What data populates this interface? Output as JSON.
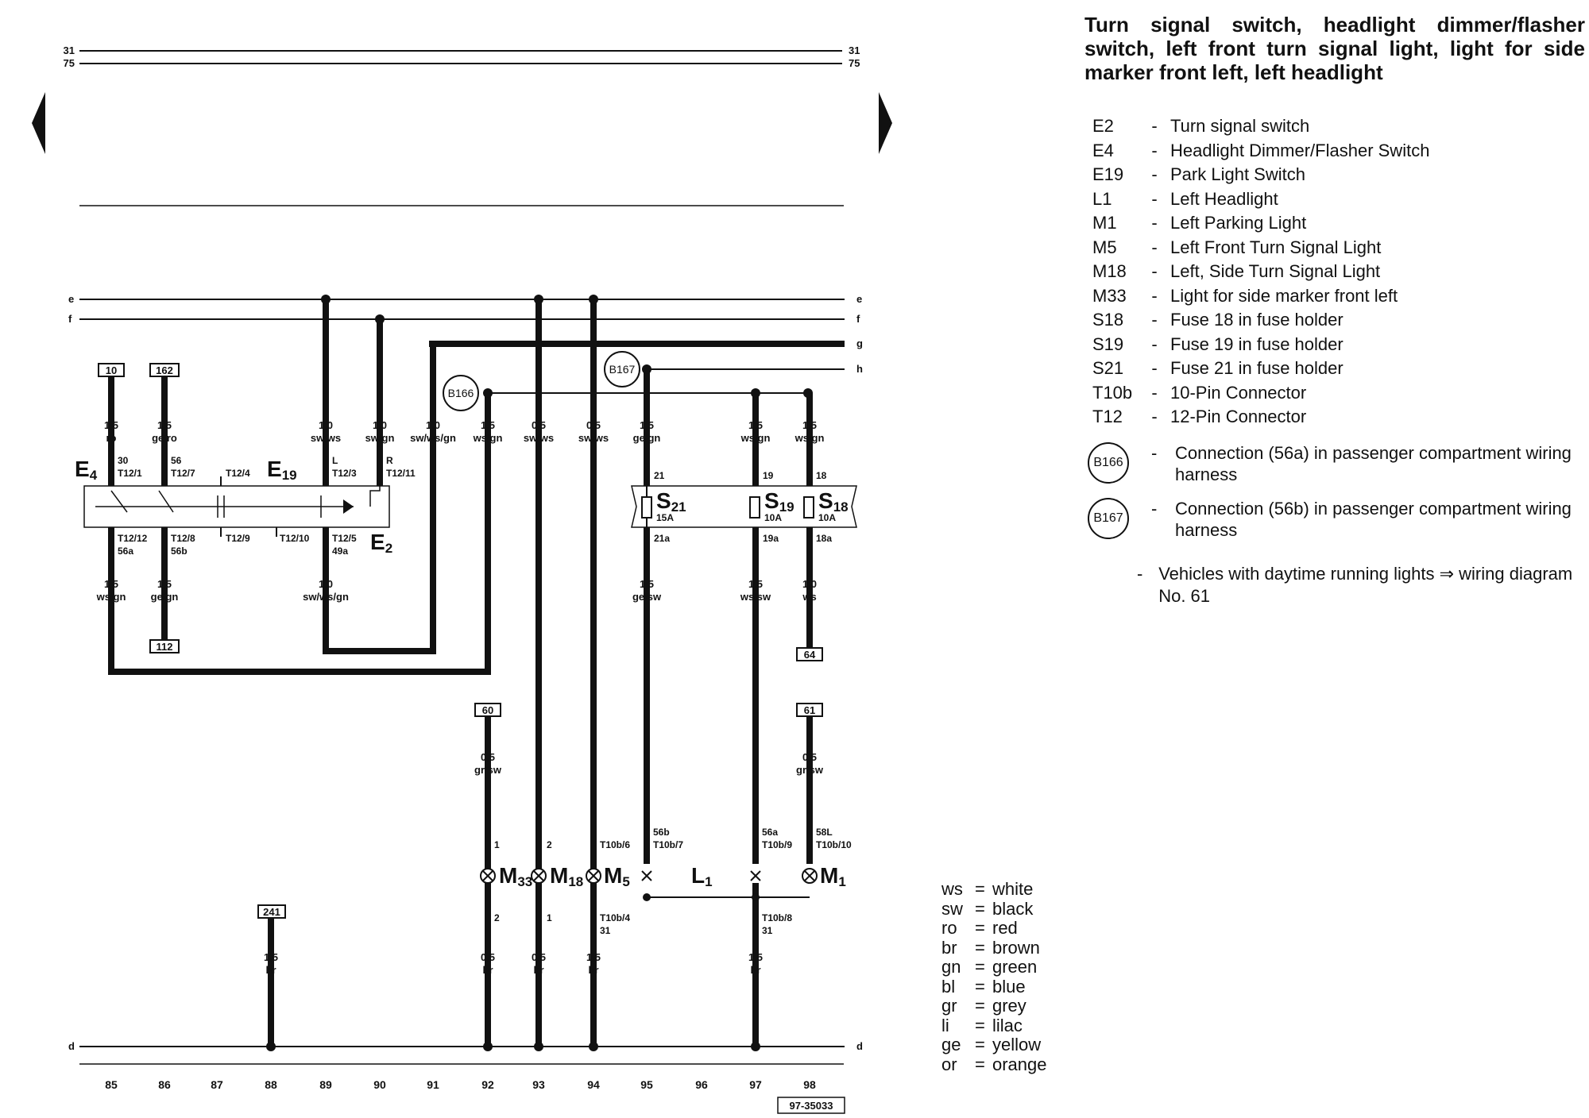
{
  "title": "Turn signal switch, headlight dimmer/flasher switch, left front turn signal light, light for side marker front left, left headlight",
  "components": [
    {
      "code": "E2",
      "desc": "Turn signal switch"
    },
    {
      "code": "E4",
      "desc": "Headlight Dimmer/Flasher Switch"
    },
    {
      "code": "E19",
      "desc": "Park Light Switch"
    },
    {
      "code": "L1",
      "desc": "Left Headlight"
    },
    {
      "code": "M1",
      "desc": "Left Parking Light"
    },
    {
      "code": "M5",
      "desc": "Left Front Turn Signal Light"
    },
    {
      "code": "M18",
      "desc": "Left, Side Turn Signal Light"
    },
    {
      "code": "M33",
      "desc": "Light for side marker front left"
    },
    {
      "code": "S18",
      "desc": "Fuse 18 in fuse holder"
    },
    {
      "code": "S19",
      "desc": "Fuse 19 in fuse holder"
    },
    {
      "code": "S21",
      "desc": "Fuse 21 in fuse holder"
    },
    {
      "code": "T10b",
      "desc": "10-Pin Connector"
    },
    {
      "code": "T12",
      "desc": "12-Pin Connector"
    }
  ],
  "connections": [
    {
      "code": "B166",
      "desc": "Connection (56a) in passenger compartment wiring harness"
    },
    {
      "code": "B167",
      "desc": "Connection (56b) in passenger compartment wiring harness"
    }
  ],
  "note": "Vehicles with daytime running lights ⇒ wiring diagram No. 61",
  "color_codes": [
    {
      "abbr": "ws",
      "color": "white"
    },
    {
      "abbr": "sw",
      "color": "black"
    },
    {
      "abbr": "ro",
      "color": "red"
    },
    {
      "abbr": "br",
      "color": "brown"
    },
    {
      "abbr": "gn",
      "color": "green"
    },
    {
      "abbr": "bl",
      "color": "blue"
    },
    {
      "abbr": "gr",
      "color": "grey"
    },
    {
      "abbr": "li",
      "color": "lilac"
    },
    {
      "abbr": "ge",
      "color": "yellow"
    },
    {
      "abbr": "or",
      "color": "orange"
    }
  ],
  "buses": {
    "top": [
      "31",
      "75"
    ],
    "e": "e",
    "f": "f",
    "g": "g",
    "h": "h",
    "d": "d"
  },
  "columns": [
    "85",
    "86",
    "87",
    "88",
    "89",
    "90",
    "91",
    "92",
    "93",
    "94",
    "95",
    "96",
    "97",
    "98"
  ],
  "diagram_id": "97-35033",
  "references": {
    "r10": "10",
    "r162": "162",
    "r112": "112",
    "r60": "60",
    "r61": "61",
    "r64": "64",
    "r241": "241"
  },
  "wires": {
    "c85_top": [
      "1,5",
      "ro"
    ],
    "c86_top": [
      "1,5",
      "ge/ro"
    ],
    "c89_top": [
      "1,0",
      "sw/ws"
    ],
    "c90_top": [
      "1,0",
      "sw/gn"
    ],
    "c91_top": [
      "1,0",
      "sw/ws/gn"
    ],
    "c92_top": [
      "1,5",
      "ws/gn"
    ],
    "c93_top": [
      "0,5",
      "sw/ws"
    ],
    "c94_top": [
      "0,5",
      "sw/ws"
    ],
    "c95_top": [
      "1,5",
      "ge/gn"
    ],
    "c97_top": [
      "1,5",
      "ws/gn"
    ],
    "c98_top": [
      "1,5",
      "ws/gn"
    ],
    "c85_mid": [
      "1,5",
      "ws/gn"
    ],
    "c86_mid": [
      "1,5",
      "ge/gn"
    ],
    "c89_mid": [
      "1,0",
      "sw/ws/gn"
    ],
    "c95_mid": [
      "1,5",
      "ge/sw"
    ],
    "c97_mid": [
      "1,5",
      "ws/sw"
    ],
    "c98_mid": [
      "1,0",
      "ws"
    ],
    "c92_lamp": [
      "0,5",
      "gr/sw"
    ],
    "c98_lamp": [
      "0,5",
      "gr/sw"
    ],
    "c88_bot": [
      "1,5",
      "br"
    ],
    "c92_bot": [
      "0,5",
      "br"
    ],
    "c93_bot": [
      "0,5",
      "br"
    ],
    "c94_bot": [
      "1,5",
      "br"
    ],
    "c97_bot": [
      "1,5",
      "br"
    ]
  },
  "pins": {
    "t12_1": "T12/1",
    "t12_1_t": "30",
    "t12_7": "T12/7",
    "t12_7_t": "56",
    "t12_4": "T12/4",
    "t12_3": "T12/3",
    "t12_3_t": "L",
    "t12_11": "T12/11",
    "t12_11_t": "R",
    "t12_12": "T12/12",
    "t12_12_t": "56a",
    "t12_8": "T12/8",
    "t12_8_t": "56b",
    "t12_9": "T12/9",
    "t12_10": "T12/10",
    "t12_5": "T12/5",
    "t12_5_t": "49a",
    "f21_in": "21",
    "f21_out": "21a",
    "f21_amp": "15A",
    "f19_in": "19",
    "f19_out": "19a",
    "f19_amp": "10A",
    "f18_in": "18",
    "f18_out": "18a",
    "f18_amp": "10A",
    "m33_1": "1",
    "m18_2": "2",
    "t10b_6": "T10b/6",
    "t10b_7": "T10b/7",
    "t10b_7_t": "56b",
    "t10b_9": "T10b/9",
    "t10b_9_t": "56a",
    "t10b_10": "T10b/10",
    "t10b_10_t": "58L",
    "m33_2": "2",
    "m18_1": "1",
    "t10b_4": "T10b/4",
    "t10b_4_t": "31",
    "t10b_8": "T10b/8",
    "t10b_8_t": "31"
  }
}
